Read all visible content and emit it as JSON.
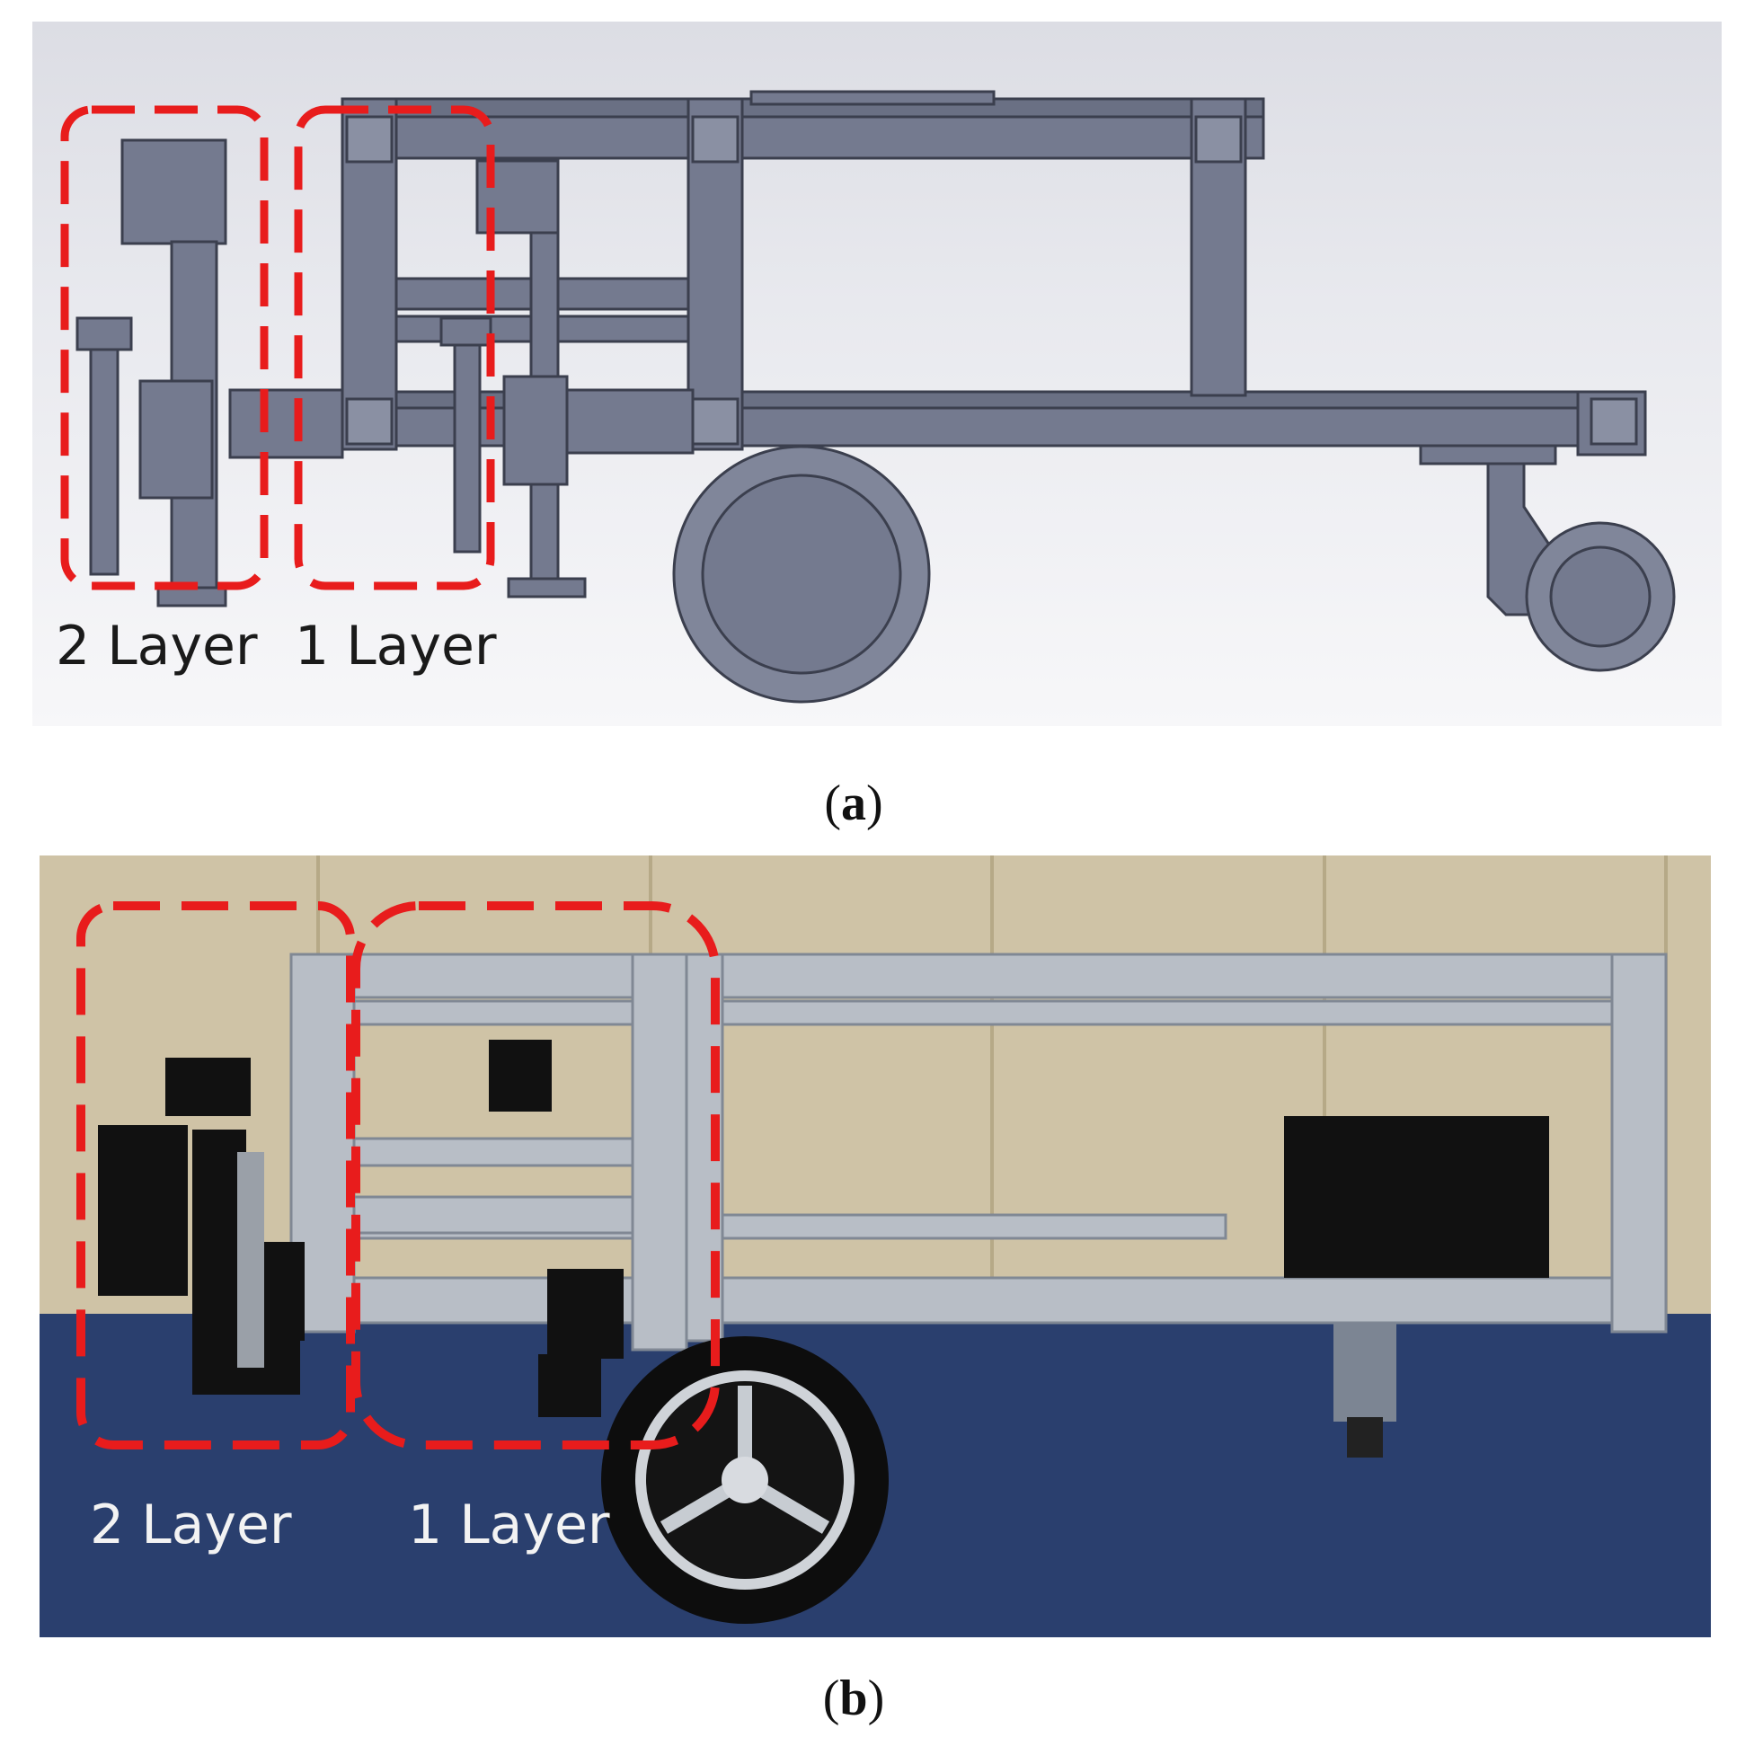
{
  "panel_a": {
    "label_2_layer": "2 Layer",
    "label_1_layer": "1 Layer",
    "caption_open": "(",
    "caption_letter": "a",
    "caption_close": ")"
  },
  "panel_b": {
    "label_2_layer": "2 Layer",
    "label_1_layer": "1 Layer",
    "caption_open": "(",
    "caption_letter": "b",
    "caption_close": ")"
  },
  "colors": {
    "cad_metal": "#747a8f",
    "cad_edge": "#3b3f4e",
    "highlight_dash": "#e81c1c",
    "aluminum": "#b8bec6",
    "floor": "#2a3f6e",
    "wall": "#cfc3a6"
  }
}
